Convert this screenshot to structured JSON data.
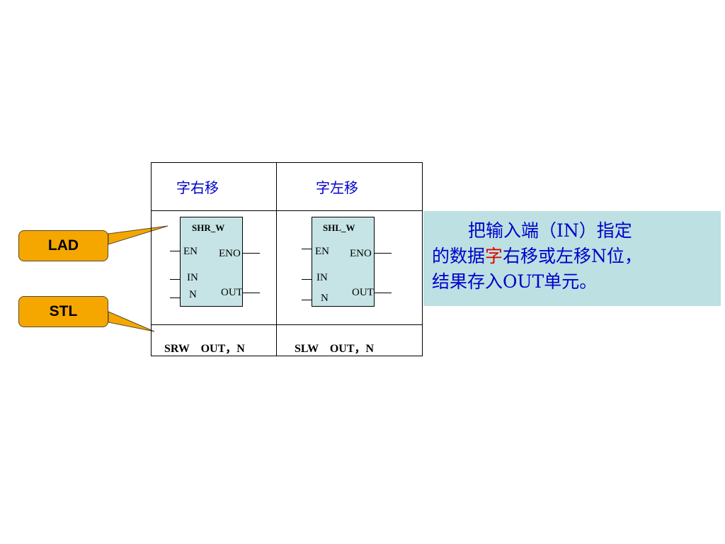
{
  "table": {
    "headers": [
      "字右移",
      "字左移"
    ],
    "blocks": [
      {
        "title": "SHR_W",
        "en": "EN",
        "eno": "ENO",
        "in": "IN",
        "n": "N",
        "out": "OUT"
      },
      {
        "title": "SHL_W",
        "en": "EN",
        "eno": "ENO",
        "in": "IN",
        "n": "N",
        "out": "OUT"
      }
    ],
    "stl": [
      "SRW    OUT，N",
      "SLW    OUT，N"
    ]
  },
  "callouts": {
    "lad": "LAD",
    "stl": "STL"
  },
  "colors": {
    "callout": "#f5a700",
    "block": "#c6e4e6",
    "info_bg": "#bde0e2",
    "text_blue": "#0000cc",
    "highlight_red": "#e00000"
  },
  "info": {
    "line1": "把输入端（IN）指定",
    "line2_pre": "的数据",
    "line2_highlight": "字",
    "line2_post": "右移或左移N位，",
    "line3": "结果存入OUT单元。"
  }
}
